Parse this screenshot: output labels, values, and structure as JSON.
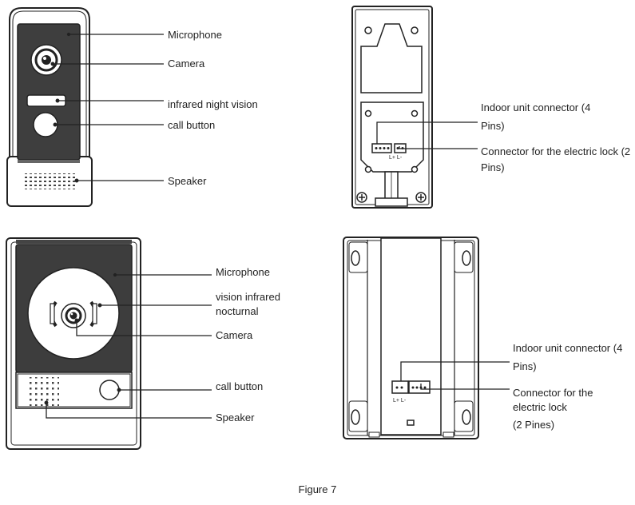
{
  "figure": {
    "caption": "Figure 7"
  },
  "panels": {
    "top_left": {
      "labels": [
        "Microphone",
        "Camera",
        "infrared night vision",
        "call button",
        "Speaker"
      ]
    },
    "top_right": {
      "connector_a": "Indoor unit connector (4 Pins)",
      "connector_b": "Connector for the electric lock (2 Pins)",
      "pin_marks": "L+ L-"
    },
    "bottom_left": {
      "labels": [
        "Microphone",
        "vision infrared nocturnal",
        "Camera",
        "call button",
        "Speaker"
      ]
    },
    "bottom_right": {
      "connector_a": "Indoor unit connector (4 Pins)",
      "connector_b_line1": "Connector for the electric lock",
      "connector_b_line2": "(2 Pines)",
      "pin_marks": "L+ L-"
    }
  }
}
